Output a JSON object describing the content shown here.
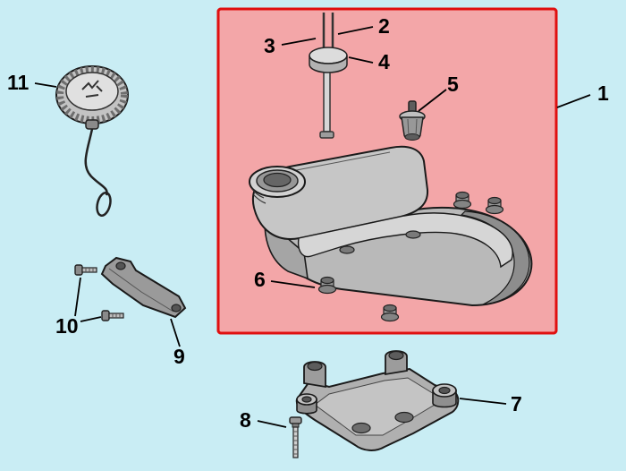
{
  "colors": {
    "background": "#c9edf4",
    "highlight_fill": "#f3a6a8",
    "highlight_border": "#e01010"
  },
  "callouts": [
    "1",
    "2",
    "3",
    "4",
    "5",
    "6",
    "7",
    "8",
    "9",
    "10",
    "11"
  ]
}
